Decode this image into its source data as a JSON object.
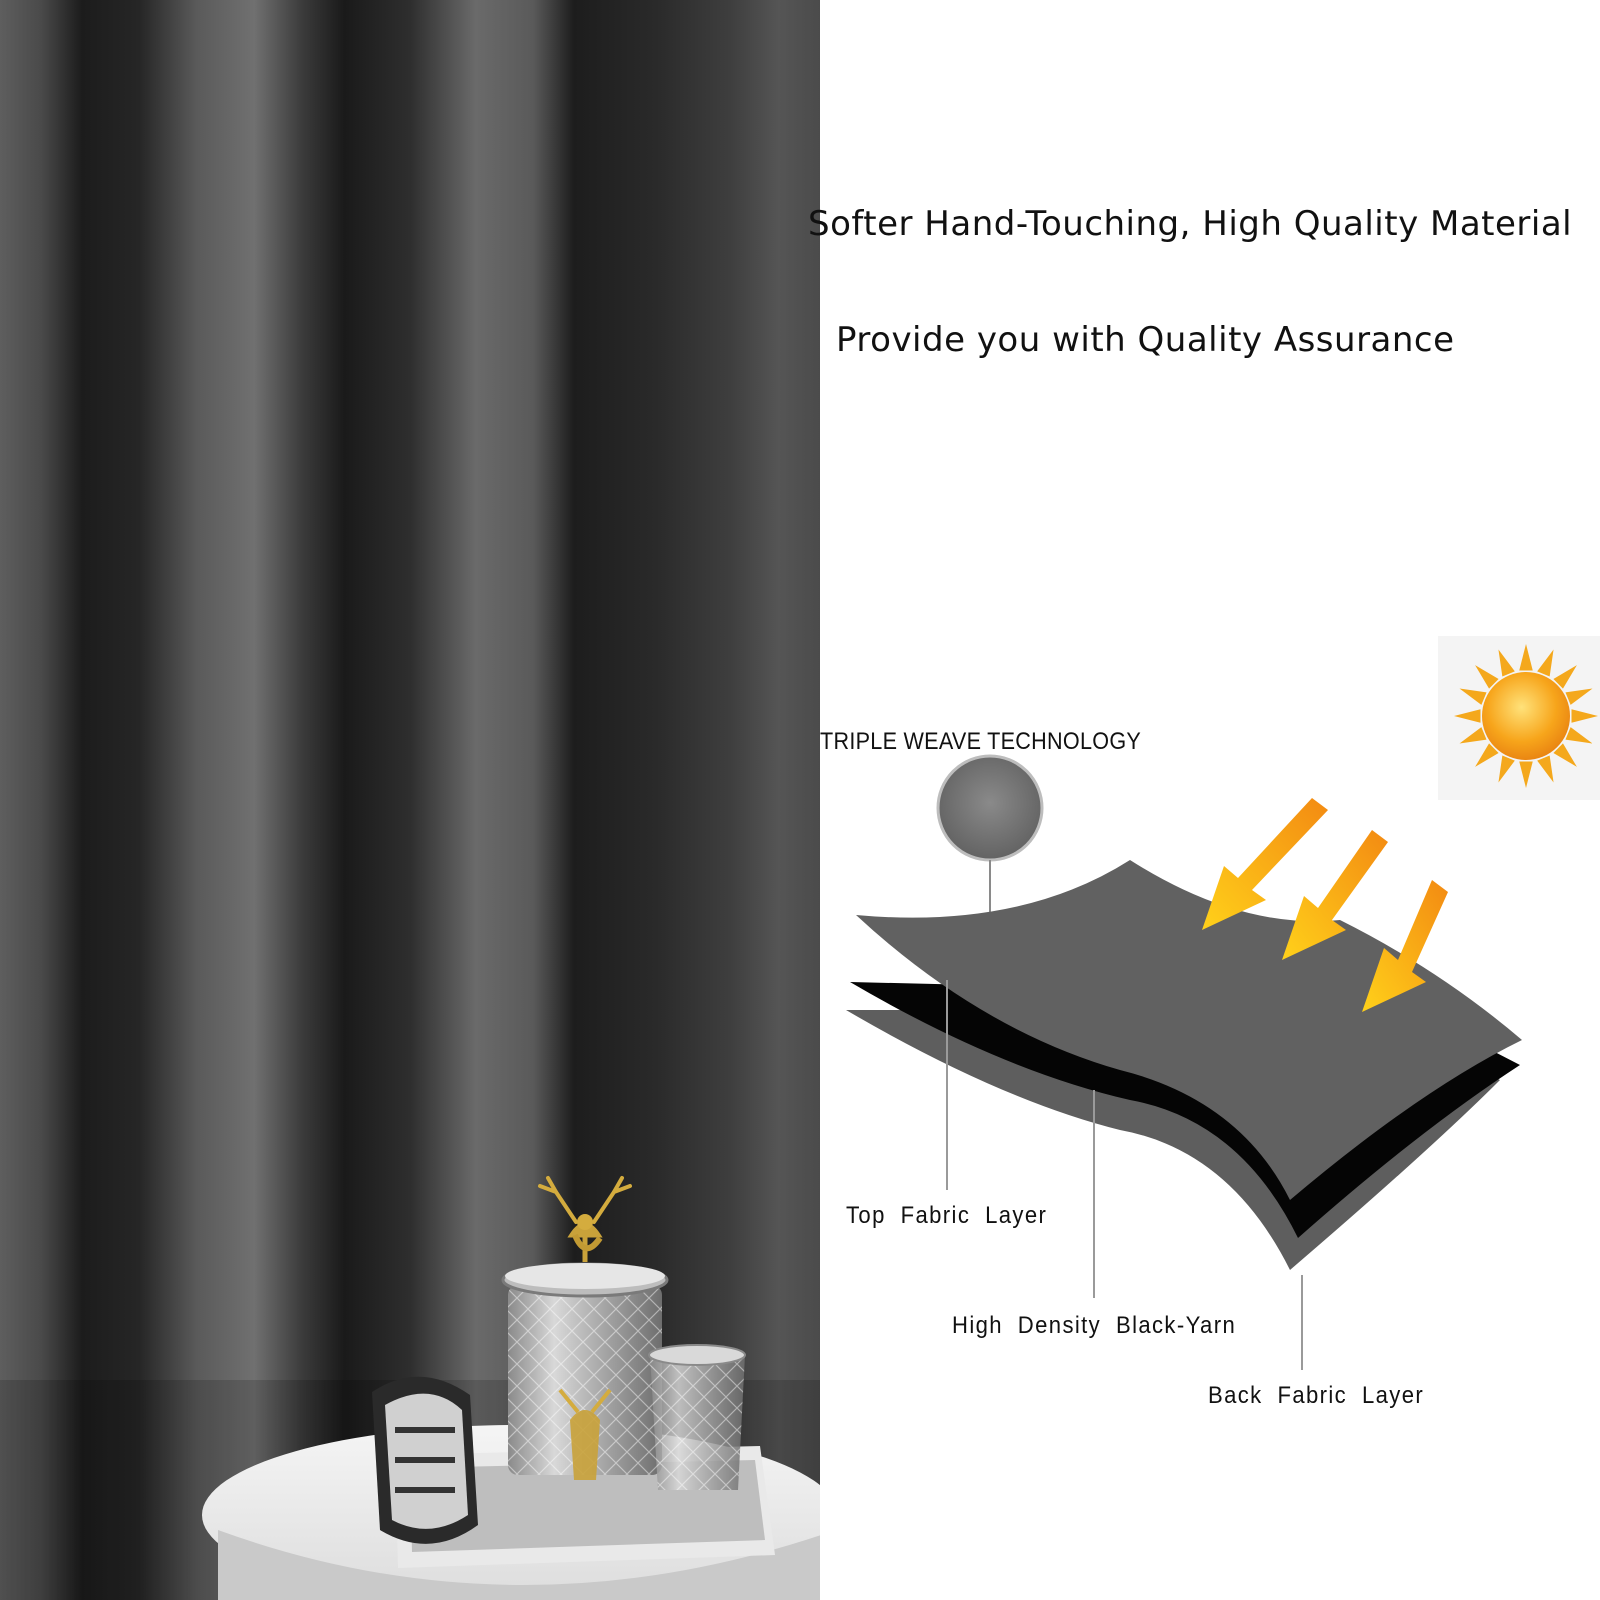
{
  "headlines": {
    "line1": "Softer Hand-Touching, High Quality Material",
    "line2": "Provide you with Quality Assurance"
  },
  "diagram": {
    "title": "TRIPLE WEAVE TECHNOLOGY",
    "layers": [
      {
        "label": "Top  Fabric  Layer",
        "color": "#616161"
      },
      {
        "label": "High  Density  Black-Yarn",
        "color": "#050505"
      },
      {
        "label": "Back  Fabric  Layer",
        "color": "#5e5e5e"
      }
    ],
    "sunlight_arrow_count": 3,
    "arrow_color": "#f7b01c"
  },
  "icons": {
    "sun": "sun-icon",
    "arrows": "arrow-down-left-icon",
    "swatch": "fabric-swatch-icon"
  },
  "colors": {
    "curtain_dark": "#1a1a1a",
    "curtain_light": "#6b6b6b",
    "sun": "#f5a21a"
  }
}
